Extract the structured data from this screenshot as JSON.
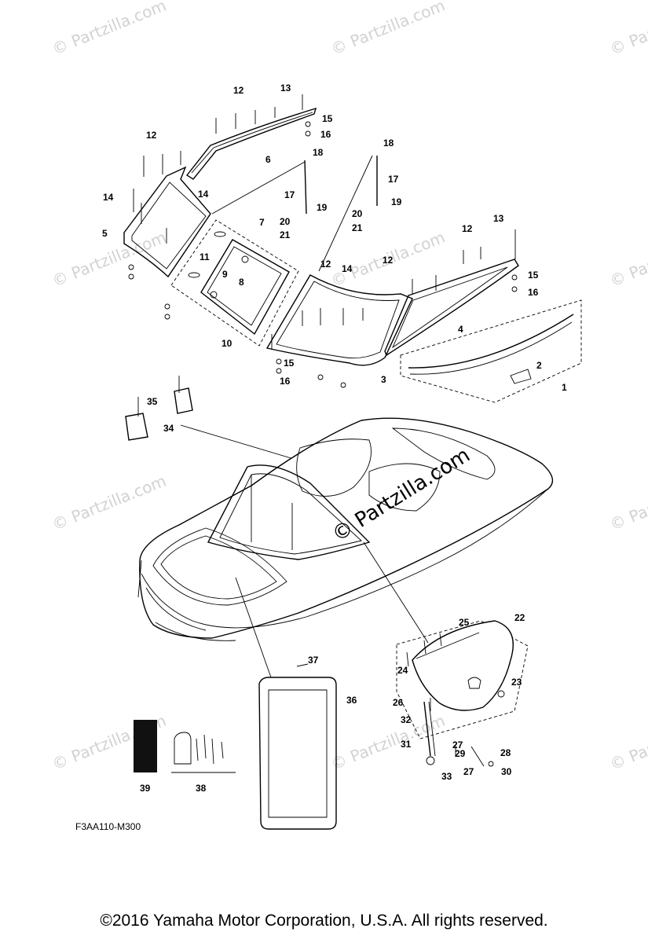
{
  "watermark": "© Partzilla.com",
  "diagram_code": "F3AA110-M300",
  "copyright": "©2016  Yamaha Motor Corporation, U.S.A. All rights reserved.",
  "callouts": {
    "c1": "1",
    "c2": "2",
    "c3": "3",
    "c4": "4",
    "c5": "5",
    "c6": "6",
    "c7": "7",
    "c8": "8",
    "c9": "9",
    "c10": "10",
    "c11": "11",
    "c12": "12",
    "c13": "13",
    "c14": "14",
    "c15": "15",
    "c16": "16",
    "c17": "17",
    "c18": "18",
    "c19": "19",
    "c20": "20",
    "c21": "21",
    "c22": "22",
    "c23": "23",
    "c24": "24",
    "c25": "25",
    "c26": "26",
    "c27": "27",
    "c28": "28",
    "c29": "29",
    "c30": "30",
    "c31": "31",
    "c32": "32",
    "c33": "33",
    "c34": "34",
    "c35": "35",
    "c36": "36",
    "c37": "37",
    "c38": "38",
    "c39": "39"
  }
}
